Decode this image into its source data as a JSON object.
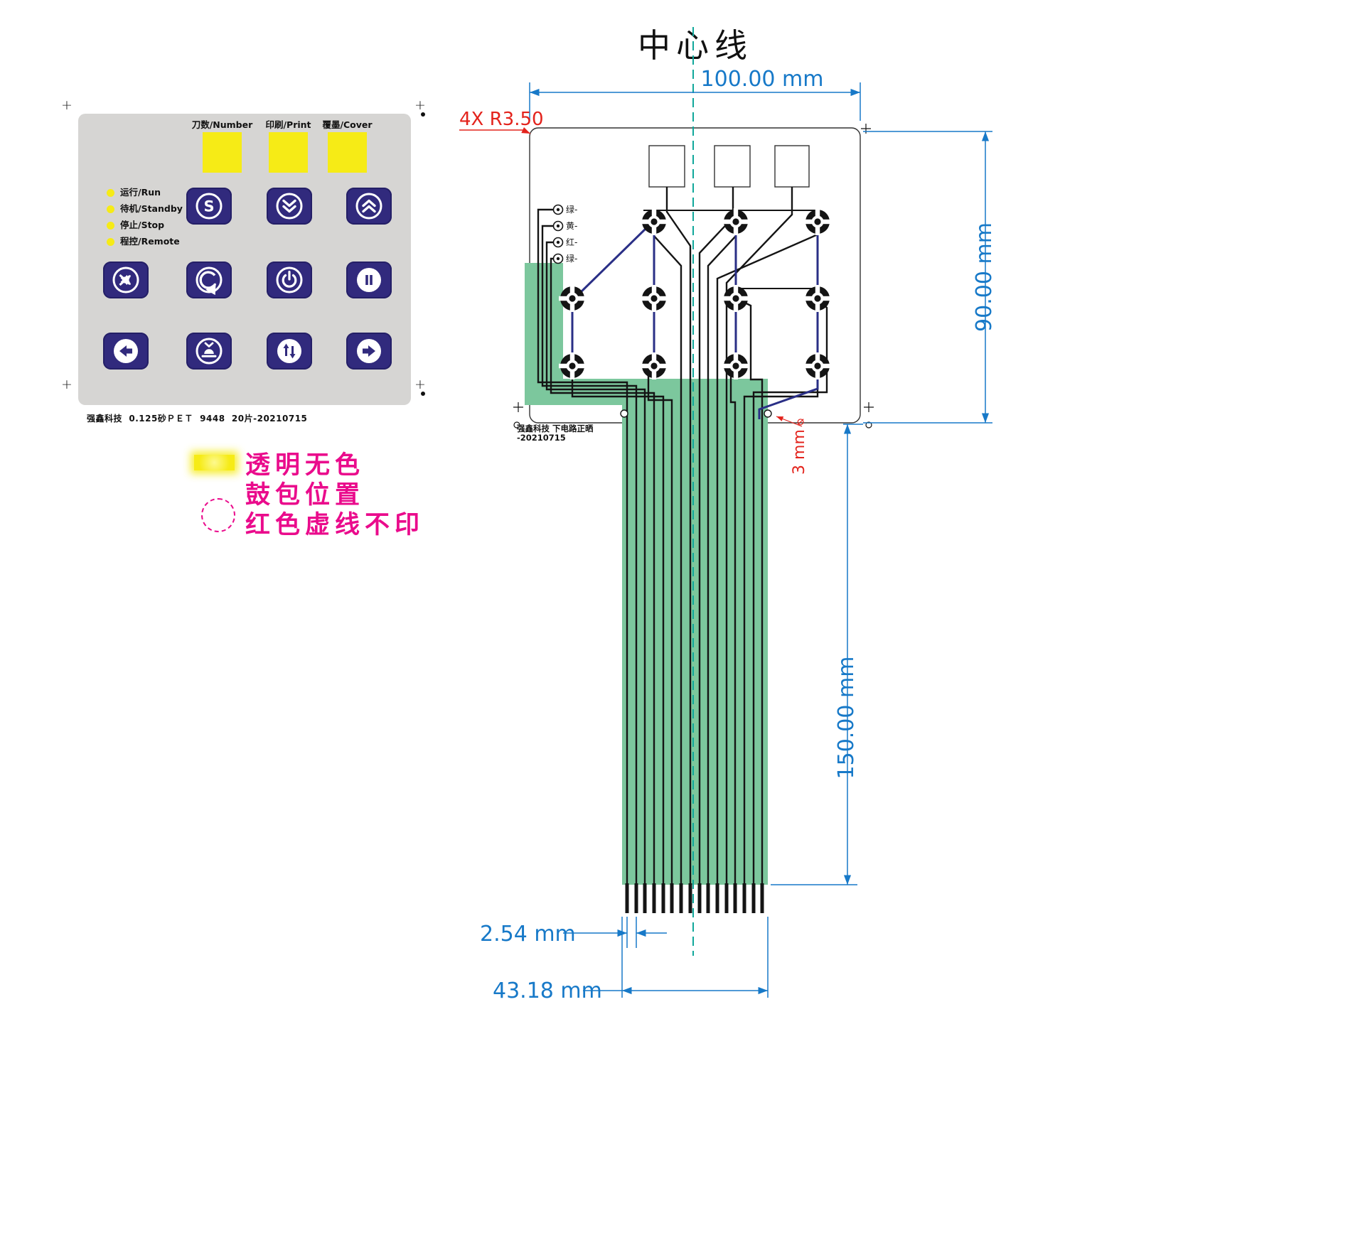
{
  "colors": {
    "accent_blue": "#1779C8",
    "red": "#E3231C",
    "magenta": "#EA0B8C",
    "yellow": "#F6EB16",
    "navy": "#312A7D",
    "ribbon_green": "#7CC79D",
    "centerline_teal": "#0FA79A",
    "panel_gray": "#D6D5D3",
    "trace_blue": "#2A2F86"
  },
  "keypad": {
    "windows": [
      {
        "label": "刀数/Number"
      },
      {
        "label": "印刷/Print"
      },
      {
        "label": "覆墨/Cover"
      }
    ],
    "leds": [
      {
        "label": "运行/Run"
      },
      {
        "label": "待机/Standby"
      },
      {
        "label": "停止/Stop"
      },
      {
        "label": "程控/Remote"
      }
    ],
    "buttons": [
      {
        "icon": "s-button",
        "label": "S"
      },
      {
        "icon": "chevron-double-down"
      },
      {
        "icon": "chevron-double-up"
      },
      {
        "icon": "shuffle"
      },
      {
        "icon": "rotate"
      },
      {
        "icon": "power"
      },
      {
        "icon": "pause"
      },
      {
        "icon": "arrow-left"
      },
      {
        "icon": "press"
      },
      {
        "icon": "arrow-up-down"
      },
      {
        "icon": "arrow-right"
      }
    ],
    "footer": "强鑫科技  0.125砂ＰＥＴ  9448  20片-20210715"
  },
  "legend": {
    "line1": "透明无色",
    "line2": "鼓包位置",
    "line3": "红色虚线不印"
  },
  "circuit": {
    "title": "中心线",
    "dims": {
      "width": "100.00 mm",
      "height": "90.00 mm",
      "tail_length": "150.00 mm",
      "pitch": "2.54 mm",
      "tail_width": "43.18 mm",
      "corner_radius": "4X R3.50",
      "hole_symbol": "⌀",
      "hole": "3 mm"
    },
    "wire_labels": [
      "绿-",
      "黄-",
      "红-",
      "绿-"
    ],
    "footer_line1": "强鑫科技  下电路正晒",
    "footer_line2": "-20210715"
  }
}
